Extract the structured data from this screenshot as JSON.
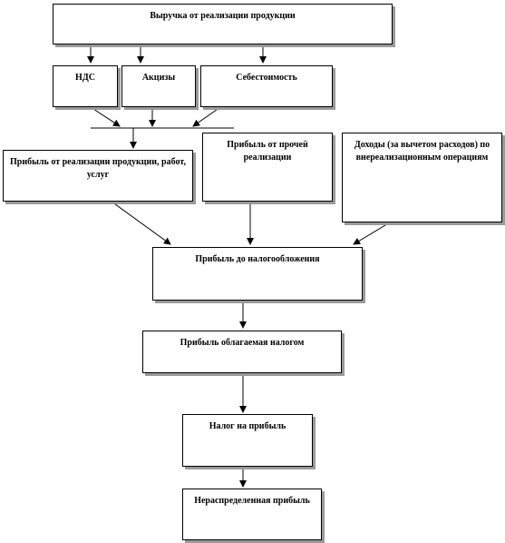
{
  "nodes": {
    "revenue": "Выручка от реализации продукции",
    "vat": "НДС",
    "excise": "Акцизы",
    "cost": "Себестоимость",
    "sales_profit": "Прибыль от реализации продукции, работ, услуг",
    "other_profit": "Прибыль от прочей реализации",
    "nonoperating": "Доходы (за вычетом расходов) по внереализационным операциям",
    "pretax_profit": "Прибыль до налогообложения",
    "taxable_profit": "Прибыль облагаемая налогом",
    "income_tax": "Налог на прибыль",
    "retained_earnings": "Нераспределенная прибыль"
  }
}
